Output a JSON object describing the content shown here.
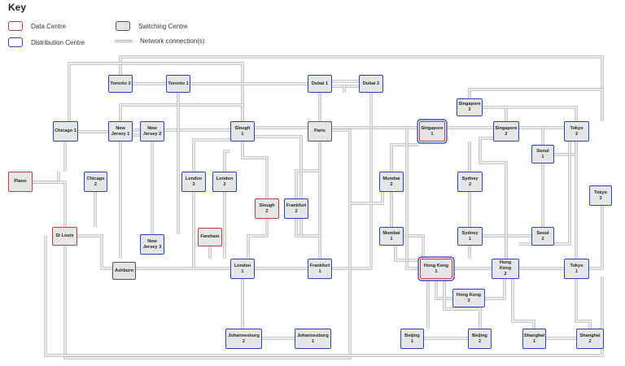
{
  "key": {
    "title": "Key",
    "items": [
      {
        "id": "data-centre",
        "label": "Data Centre"
      },
      {
        "id": "switching-centre",
        "label": "Switching Centre"
      },
      {
        "id": "distribution-centre",
        "label": "Distribution Centre"
      },
      {
        "id": "network-connection",
        "label": "Network connection(s)"
      }
    ]
  },
  "colors": {
    "data_centre": "#c0383b",
    "distribution_centre": "#2b3fc4",
    "switching_centre": "#e4e4e4",
    "connection": "#b5b5b5"
  },
  "nodes": {
    "toronto2": {
      "label": "Toronto 2",
      "kind": "distribution"
    },
    "toronto1": {
      "label": "Toronto 1",
      "kind": "distribution"
    },
    "dubai1": {
      "label": "Dubai 1",
      "kind": "distribution"
    },
    "dubai2": {
      "label": "Dubai 2",
      "kind": "distribution"
    },
    "singapore3": {
      "label": "Singapore\n3",
      "kind": "distribution"
    },
    "chicago1": {
      "label": "Chicago 1",
      "kind": "distribution"
    },
    "newjersey1": {
      "label": "New\nJersey 1",
      "kind": "distribution"
    },
    "newjersey2": {
      "label": "New\nJersey 2",
      "kind": "distribution"
    },
    "slough1": {
      "label": "Slough\n1",
      "kind": "distribution"
    },
    "paris": {
      "label": "Paris",
      "kind": "switching"
    },
    "singapore1": {
      "label": "Singapore\n1",
      "kind": "dual"
    },
    "singapore2": {
      "label": "Singapore\n2",
      "kind": "distribution"
    },
    "tokyo2": {
      "label": "Tokyo\n2",
      "kind": "distribution"
    },
    "seoul1": {
      "label": "Seoul\n1",
      "kind": "distribution"
    },
    "plano": {
      "label": "Plano",
      "kind": "data"
    },
    "chicago2": {
      "label": "Chicago\n2",
      "kind": "distribution"
    },
    "london3": {
      "label": "London\n3",
      "kind": "distribution"
    },
    "london2": {
      "label": "London\n2",
      "kind": "distribution"
    },
    "mumbai2": {
      "label": "Mumbai\n2",
      "kind": "distribution"
    },
    "sydney2": {
      "label": "Sydney\n2",
      "kind": "distribution"
    },
    "tokyo3": {
      "label": "Tokyo\n3",
      "kind": "distribution"
    },
    "slough2": {
      "label": "Slough\n2",
      "kind": "data"
    },
    "frankfurt2": {
      "label": "Frankfurt\n2",
      "kind": "distribution"
    },
    "stlouis": {
      "label": "St Louis",
      "kind": "data"
    },
    "fareham": {
      "label": "Fareham",
      "kind": "data"
    },
    "newjersey3": {
      "label": "New\nJersey 3",
      "kind": "distribution"
    },
    "mumbai1": {
      "label": "Mumbai\n1",
      "kind": "distribution"
    },
    "sydney1": {
      "label": "Sydney\n1",
      "kind": "distribution"
    },
    "seoul2": {
      "label": "Seoul\n2",
      "kind": "distribution"
    },
    "ashburn": {
      "label": "Ashburn",
      "kind": "switching"
    },
    "london1": {
      "label": "London\n1",
      "kind": "distribution"
    },
    "frankfurt1": {
      "label": "Frankfurt\n1",
      "kind": "distribution"
    },
    "hongkong1": {
      "label": "Hong Kong\n1",
      "kind": "dual"
    },
    "hongkong2": {
      "label": "Hong Kong\n2",
      "kind": "distribution"
    },
    "tokyo1": {
      "label": "Tokyo\n1",
      "kind": "distribution"
    },
    "hongkong3": {
      "label": "Hong Kong\n3",
      "kind": "distribution"
    },
    "johannesburg2": {
      "label": "Johannesburg\n2",
      "kind": "distribution"
    },
    "johannesburg1": {
      "label": "Johannesburg\n1",
      "kind": "distribution"
    },
    "beijing1": {
      "label": "Beijing\n1",
      "kind": "distribution"
    },
    "beijing2": {
      "label": "Beijing\n2",
      "kind": "distribution"
    },
    "shanghai1": {
      "label": "Shanghai\n1",
      "kind": "distribution"
    },
    "shanghai2": {
      "label": "Shanghai\n2",
      "kind": "distribution"
    }
  }
}
